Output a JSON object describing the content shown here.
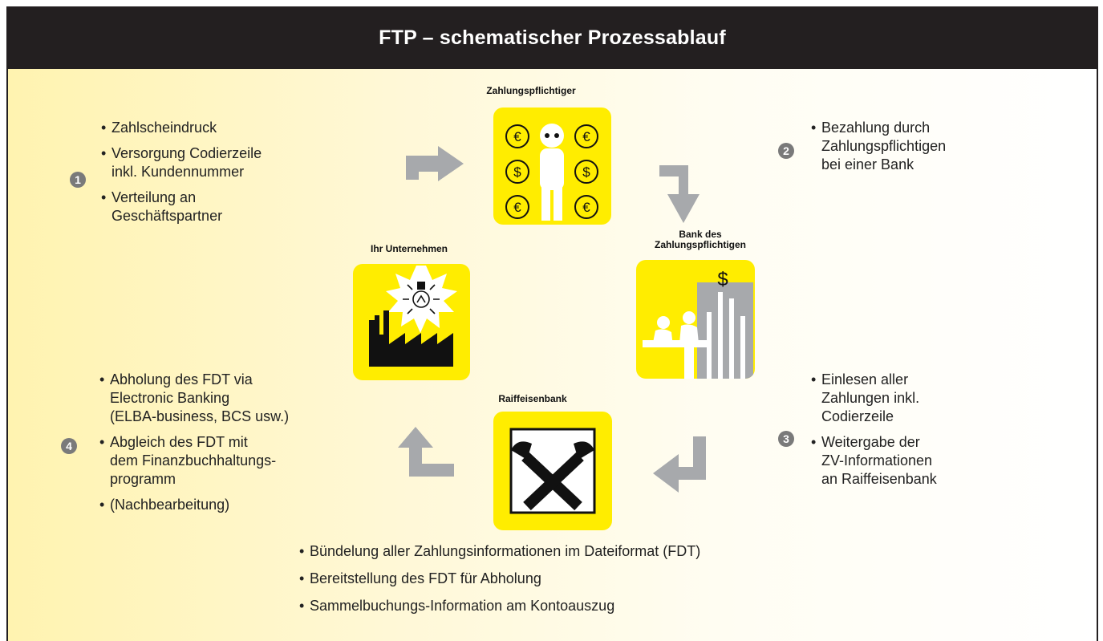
{
  "title": "FTP – schematischer Prozessablauf",
  "colors": {
    "header_bg": "#231f20",
    "tile": "#ffed00",
    "arrow": "#a7a9ac",
    "badge": "#7a7a7a"
  },
  "nodes": {
    "payer": {
      "label": "Zahlungspflichtiger",
      "icons": [
        "euro",
        "euro",
        "dollar",
        "dollar",
        "euro",
        "euro"
      ]
    },
    "payer_bank": {
      "label": "Bank des\nZahlungspflichtigen",
      "icon_symbol": "$"
    },
    "company": {
      "label": "Ihr Unternehmen"
    },
    "raiffeisen": {
      "label": "Raiffeisenbank"
    }
  },
  "steps": [
    {
      "number": "1",
      "items": [
        "Zahlscheindruck",
        "Versorgung Codierzeile\ninkl. Kundennummer",
        "Verteilung an\nGeschäftspartner"
      ]
    },
    {
      "number": "2",
      "items": [
        "Bezahlung durch\nZahlungspflichtigen\nbei einer Bank"
      ]
    },
    {
      "number": "3",
      "items": [
        "Einlesen aller\nZahlungen inkl.\nCodierzeile",
        "Weitergabe der\nZV-Informationen\nan Raiffeisenbank"
      ]
    },
    {
      "number": "4",
      "items": [
        "Abholung des FDT via\nElectronic Banking\n(ELBA-business, BCS usw.)",
        "Abgleich des FDT mit\ndem Finanzbuchhaltungs-\nprogramm",
        "(Nachbearbeitung)"
      ]
    }
  ],
  "bottom_items": [
    "Bündelung aller Zahlungsinformationen im Dateiformat (FDT)",
    "Bereitstellung des FDT für Abholung",
    "Sammelbuchungs-Information am Kontoauszug"
  ]
}
